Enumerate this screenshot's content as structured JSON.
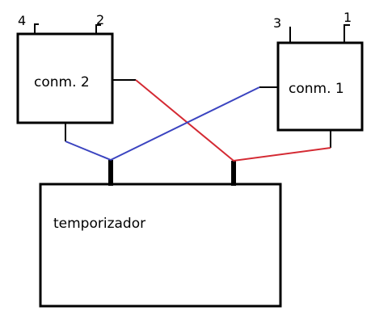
{
  "switch_2": {
    "label": "conm. 2",
    "pin_left": "4",
    "pin_right": "2"
  },
  "switch_1": {
    "label": "conm. 1",
    "pin_left": "3",
    "pin_right": "1"
  },
  "timer": {
    "label": "temporizador"
  },
  "colors": {
    "wire_red": "#d42a33",
    "wire_blue": "#3b44c0",
    "outline": "#000000"
  }
}
